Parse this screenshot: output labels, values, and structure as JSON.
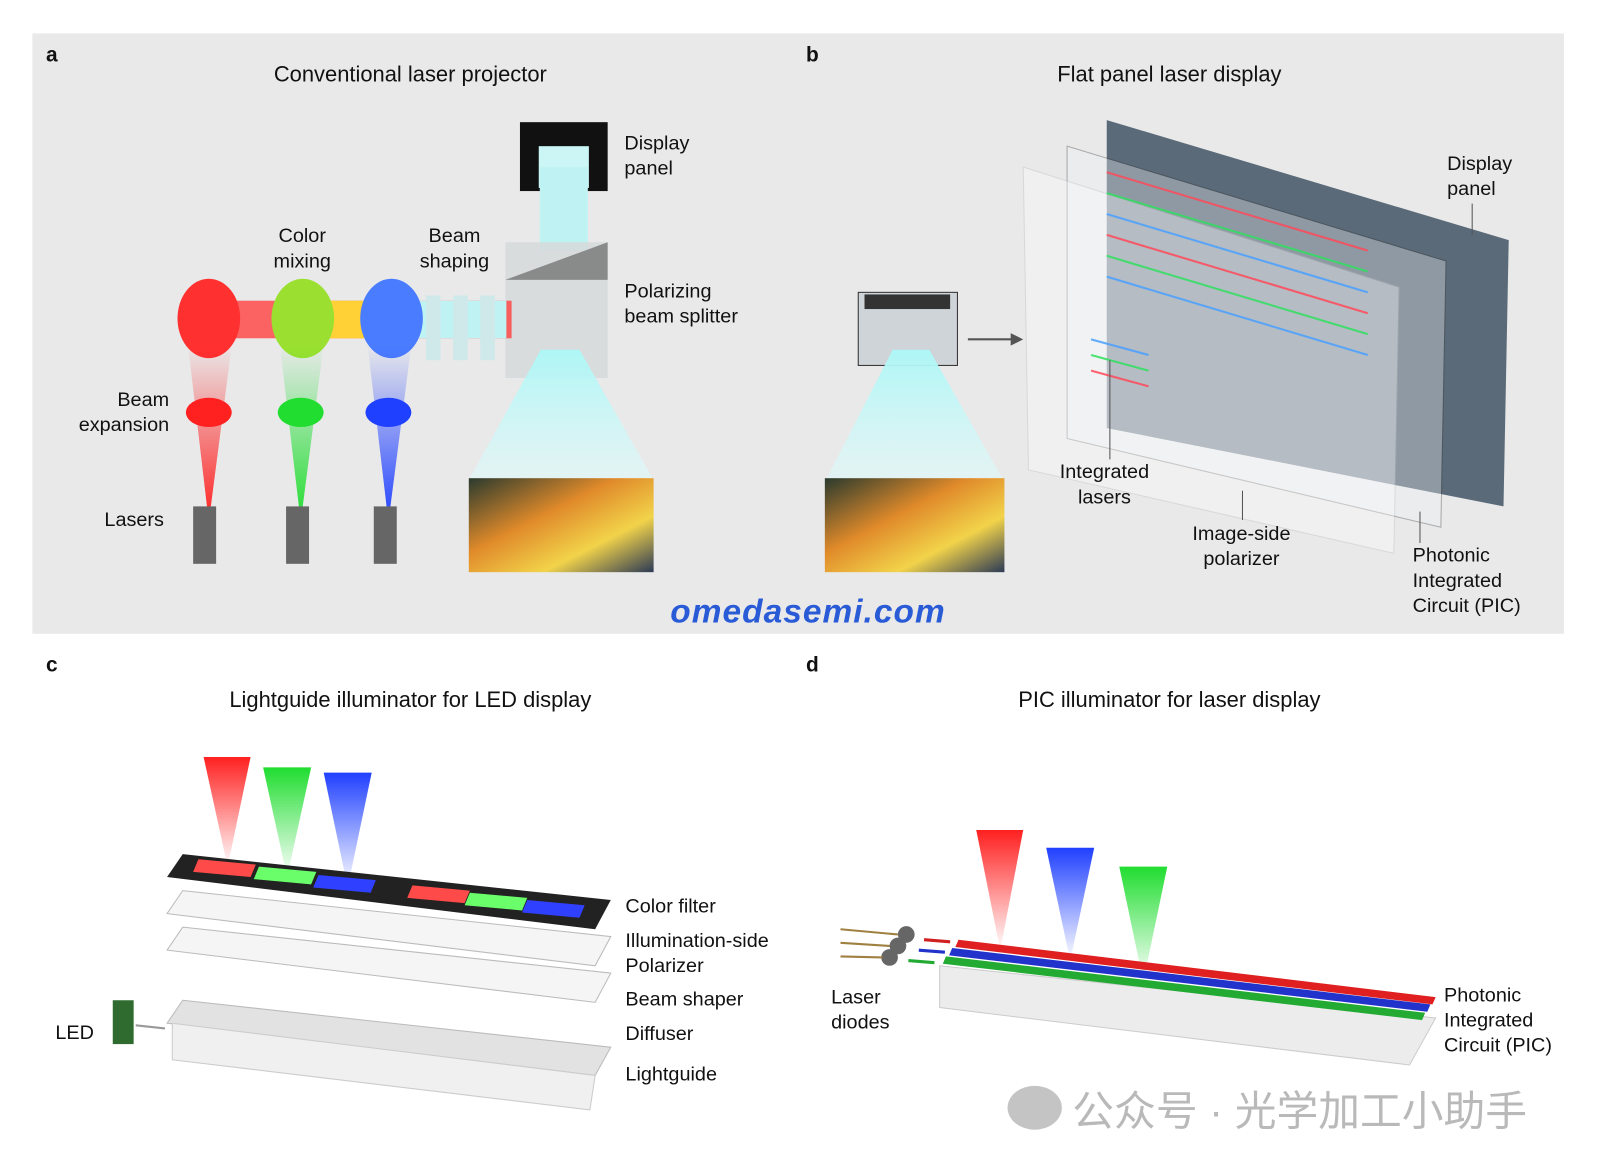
{
  "panels": {
    "a": {
      "letter": "a",
      "title": "Conventional laser projector",
      "labels": {
        "display_panel": "Display\npanel",
        "color_mixing": "Color\nmixing",
        "beam_shaping": "Beam\nshaping",
        "polarizing_beam_splitter": "Polarizing\nbeam splitter",
        "beam_expansion": "Beam\nexpansion",
        "lasers": "Lasers"
      }
    },
    "b": {
      "letter": "b",
      "title": "Flat panel laser display",
      "labels": {
        "display_panel": "Display\npanel",
        "integrated_lasers": "Integrated\nlasers",
        "image_side_polarizer": "Image-side\npolarizer",
        "pic": "Photonic\nIntegrated\nCircuit (PIC)"
      }
    },
    "c": {
      "letter": "c",
      "title": "Lightguide illuminator for LED display",
      "labels": {
        "color_filter": "Color filter",
        "illumination_polarizer": "Illumination-side\nPolarizer",
        "beam_shaper": "Beam shaper",
        "diffuser": "Diffuser",
        "lightguide": "Lightguide",
        "led": "LED"
      }
    },
    "d": {
      "letter": "d",
      "title": "PIC illuminator for laser display",
      "labels": {
        "laser_diodes": "Laser\ndiodes",
        "pic": "Photonic\nIntegrated\nCircuit (PIC)"
      }
    }
  },
  "watermark": "omedasemi.com",
  "wechat_credit": "公众号 · 光学加工小助手",
  "colors": {
    "red": "#ff2a2a",
    "green": "#22dd33",
    "blue": "#2a44ff",
    "cyan": "#9ff0f0",
    "panel_bg": "#e9e9ea",
    "watermark": "#2a5bd7"
  }
}
